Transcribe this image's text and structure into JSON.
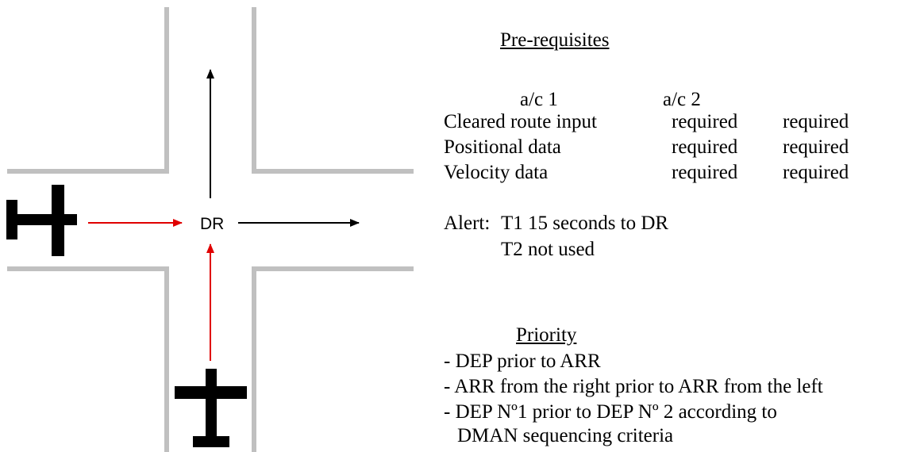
{
  "diagram": {
    "junction_label": "DR",
    "colors": {
      "taxiway_edge": "#c0c0c0",
      "path_arrow": "#000000",
      "incoming_arrow": "#e00000",
      "aircraft": "#000000"
    },
    "icons": [
      "aircraft-icon",
      "aircraft-icon"
    ]
  },
  "prerequisites": {
    "heading": "Pre-requisites",
    "col1": "a/c 1",
    "col2": "a/c 2",
    "rows": [
      {
        "label": "Cleared route input",
        "ac1": "required",
        "ac2": "required"
      },
      {
        "label": "Positional data",
        "ac1": "required",
        "ac2": "required"
      },
      {
        "label": "Velocity data",
        "ac1": "required",
        "ac2": "required"
      }
    ]
  },
  "alert": {
    "label": "Alert:",
    "t1": "T1 15 seconds to DR",
    "t2": "T2 not used"
  },
  "priority": {
    "heading": "Priority",
    "items": [
      "- DEP prior to ARR",
      "- ARR from the right prior to ARR from the left",
      "- DEP Nº1 prior to DEP Nº 2 according to",
      "DMAN sequencing criteria"
    ]
  }
}
